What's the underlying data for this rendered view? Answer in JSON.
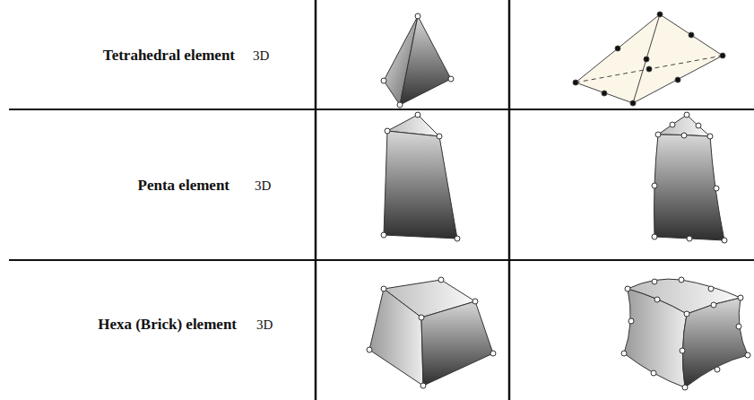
{
  "diagram": {
    "labels": [
      "Tetrahedral element",
      "3D",
      "Penta element",
      "3D",
      "Hexa (Brick) element",
      "3D"
    ]
  }
}
